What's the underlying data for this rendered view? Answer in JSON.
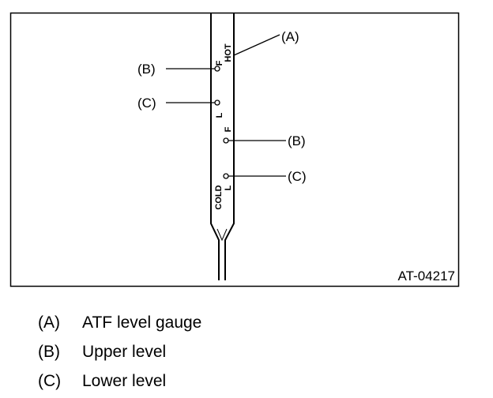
{
  "diagram": {
    "figure_id": "AT-04217",
    "callouts": {
      "a": "(A)",
      "b_left": "(B)",
      "c_left": "(C)",
      "b_right": "(B)",
      "c_right": "(C)"
    },
    "gauge_marks": {
      "hot_f": "F",
      "hot_label": "HOT",
      "hot_l": "L",
      "cold_f": "F",
      "cold_l": "L",
      "cold_label": "COLD"
    }
  },
  "legend": {
    "items": [
      {
        "key": "(A)",
        "text": "ATF level gauge"
      },
      {
        "key": "(B)",
        "text": "Upper level"
      },
      {
        "key": "(C)",
        "text": "Lower level"
      }
    ]
  }
}
